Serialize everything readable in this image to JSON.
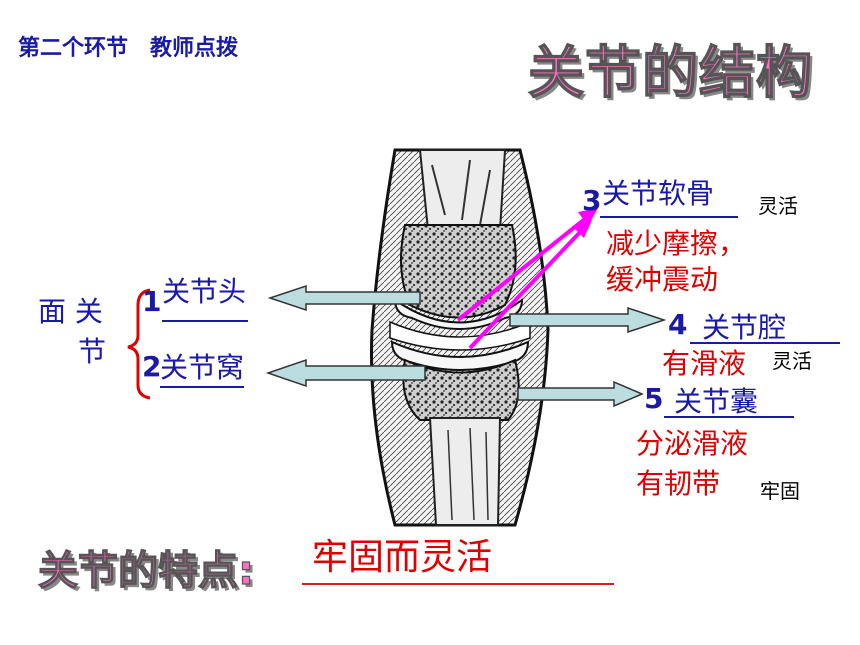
{
  "header": "第二个环节　教师点拨",
  "title": "关节的结构",
  "face": {
    "label_line1": "面 关",
    "label_line2": "节"
  },
  "parts": [
    {
      "num": "1",
      "name": "关节头"
    },
    {
      "num": "2",
      "name": "关节窝"
    },
    {
      "num": "3",
      "name": "关节软骨",
      "side": "灵活",
      "func1": "减少摩擦，",
      "func2": "缓冲震动"
    },
    {
      "num": "4",
      "name": "关节腔",
      "func1": "有滑液",
      "side": "灵活"
    },
    {
      "num": "5",
      "name": "关节囊",
      "func1": "分泌滑液",
      "func2": "有韧带",
      "side": "牢固"
    }
  ],
  "feature": {
    "title": "关节的特点:",
    "answer": "牢固而灵活"
  },
  "colors": {
    "blue": "#1a1aa8",
    "red": "#e00000",
    "magenta": "#ff00ff",
    "pink_title": "#ff6ec7",
    "arrow_fill": "#bcdde0"
  }
}
